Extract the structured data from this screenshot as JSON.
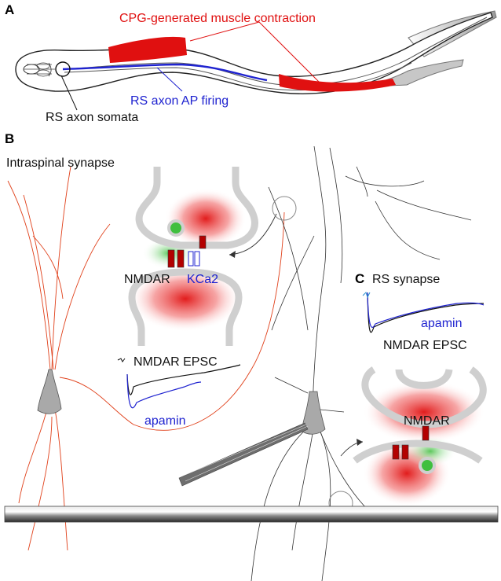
{
  "panels": {
    "a": "A",
    "b": "B",
    "c": "C"
  },
  "panel_a": {
    "cpg_label": "CPG-generated muscle contraction",
    "rs_axon_label": "RS axon AP firing",
    "somata_label": "RS axon somata"
  },
  "panel_b": {
    "title": "Intraspinal synapse",
    "nmdar_label": "NMDAR",
    "kca2_label": "KCa2",
    "epsc_label": "NMDAR EPSC",
    "apamin_label": "apamin"
  },
  "panel_c": {
    "title": "RS synapse",
    "apamin_label": "apamin",
    "epsc_label": "NMDAR EPSC",
    "nmdar_label": "NMDAR"
  },
  "colors": {
    "red": "#e01010",
    "blue": "#1f23d0",
    "green": "#3fbf3f",
    "gray": "#b8b8b8",
    "black": "#111111"
  }
}
